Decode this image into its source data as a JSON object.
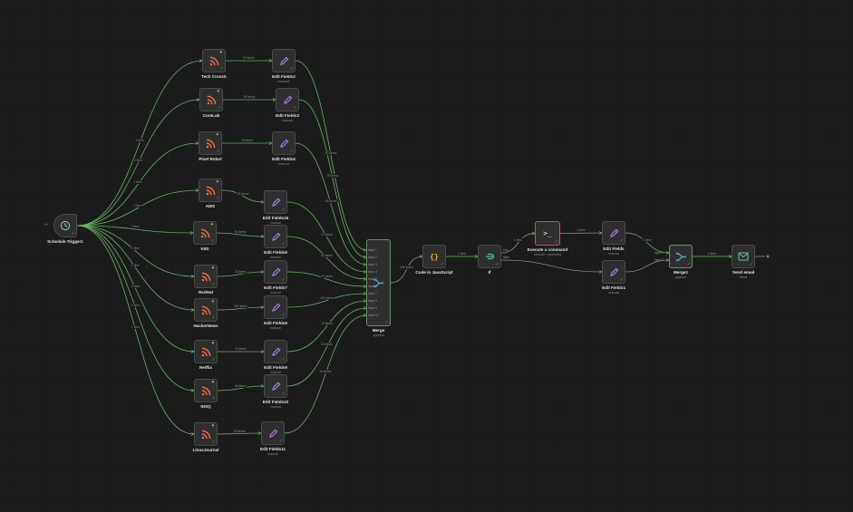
{
  "nodes": [
    {
      "id": "trigger",
      "type": "schedule",
      "label": "Schedule Trigger1",
      "sub": ""
    },
    {
      "id": "rss1",
      "type": "rss",
      "label": "Tech Crunch",
      "sub": ""
    },
    {
      "id": "rss2",
      "type": "rss",
      "label": "CoreLab",
      "sub": ""
    },
    {
      "id": "rss3",
      "type": "rss",
      "label": "Pixel Robot",
      "sub": ""
    },
    {
      "id": "rss4",
      "type": "rss",
      "label": "AWS",
      "sub": ""
    },
    {
      "id": "rss5",
      "type": "rss",
      "label": "K8S",
      "sub": ""
    },
    {
      "id": "rss6",
      "type": "rss",
      "label": "RedHat",
      "sub": ""
    },
    {
      "id": "rss7",
      "type": "rss",
      "label": "HackerNews",
      "sub": ""
    },
    {
      "id": "rss8",
      "type": "rss",
      "label": "Netflix",
      "sub": ""
    },
    {
      "id": "rss9",
      "type": "rss",
      "label": "INSQ",
      "sub": ""
    },
    {
      "id": "rss10",
      "type": "rss",
      "label": "LinuxJournal",
      "sub": ""
    },
    {
      "id": "ef2",
      "type": "edit",
      "label": "Edit Fields2",
      "sub": "manual"
    },
    {
      "id": "ef3",
      "type": "edit",
      "label": "Edit Fields3",
      "sub": "manual"
    },
    {
      "id": "ef5",
      "type": "edit",
      "label": "Edit Fields5",
      "sub": "manual"
    },
    {
      "id": "ef15",
      "type": "edit",
      "label": "Edit Fields15",
      "sub": "manual"
    },
    {
      "id": "ef6",
      "type": "edit",
      "label": "Edit Fields6",
      "sub": "manual"
    },
    {
      "id": "ef7",
      "type": "edit",
      "label": "Edit Fields7",
      "sub": "manual"
    },
    {
      "id": "ef8",
      "type": "edit",
      "label": "Edit Fields8",
      "sub": "manual"
    },
    {
      "id": "ef9",
      "type": "edit",
      "label": "Edit Fields9",
      "sub": "manual"
    },
    {
      "id": "ef10",
      "type": "edit",
      "label": "Edit Fields10",
      "sub": "manual"
    },
    {
      "id": "ef11",
      "type": "edit",
      "label": "Edit Fields11",
      "sub": "manual"
    },
    {
      "id": "merge",
      "type": "merge",
      "label": "Merge",
      "sub": "append"
    },
    {
      "id": "code",
      "type": "code",
      "label": "Code in JavaScript",
      "sub": ""
    },
    {
      "id": "if",
      "type": "if",
      "label": "If",
      "sub": ""
    },
    {
      "id": "exec",
      "type": "terminal",
      "label": "Execute a command",
      "sub": "execute: command"
    },
    {
      "id": "efA",
      "type": "edit",
      "label": "Edit Fields",
      "sub": "manual"
    },
    {
      "id": "efB",
      "type": "edit",
      "label": "Edit Fields1",
      "sub": "manual"
    },
    {
      "id": "merge1",
      "type": "merge",
      "label": "Merge1",
      "sub": "append"
    },
    {
      "id": "email",
      "type": "email",
      "label": "Send email",
      "sub": "Send"
    }
  ],
  "edges": [
    {
      "from": "trigger",
      "to": "rss1",
      "label": "1 item"
    },
    {
      "from": "trigger",
      "to": "rss2",
      "label": "1 item"
    },
    {
      "from": "trigger",
      "to": "rss3",
      "label": "1 item"
    },
    {
      "from": "trigger",
      "to": "rss4",
      "label": "1 item"
    },
    {
      "from": "trigger",
      "to": "rss5",
      "label": "1 item"
    },
    {
      "from": "trigger",
      "to": "rss6",
      "label": "1 item"
    },
    {
      "from": "trigger",
      "to": "rss7",
      "label": "1 item"
    },
    {
      "from": "trigger",
      "to": "rss8",
      "label": "1 item"
    },
    {
      "from": "trigger",
      "to": "rss9",
      "label": "1 item"
    },
    {
      "from": "trigger",
      "to": "rss10",
      "label": "1 item"
    },
    {
      "from": "rss1",
      "to": "ef2",
      "label": "20 items"
    },
    {
      "from": "rss2",
      "to": "ef3",
      "label": "20 items"
    },
    {
      "from": "rss3",
      "to": "ef5",
      "label": "30 items"
    },
    {
      "from": "rss4",
      "to": "ef15",
      "label": "20 items"
    },
    {
      "from": "rss5",
      "to": "ef6",
      "label": "50 items"
    },
    {
      "from": "rss6",
      "to": "ef7",
      "label": "20 items"
    },
    {
      "from": "rss7",
      "to": "ef8",
      "label": "200 items"
    },
    {
      "from": "rss8",
      "to": "ef9",
      "label": "10 items"
    },
    {
      "from": "rss9",
      "to": "ef10",
      "label": "25 items"
    },
    {
      "from": "rss10",
      "to": "ef11",
      "label": "15 items"
    },
    {
      "from": "ef2",
      "to": "merge",
      "port": 0,
      "label": "20 items"
    },
    {
      "from": "ef3",
      "to": "merge",
      "port": 1,
      "label": "20 items"
    },
    {
      "from": "ef5",
      "to": "merge",
      "port": 2,
      "label": "30 items"
    },
    {
      "from": "ef15",
      "to": "merge",
      "port": 3,
      "label": "20 items"
    },
    {
      "from": "ef6",
      "to": "merge",
      "port": 4,
      "label": "50 items"
    },
    {
      "from": "ef7",
      "to": "merge",
      "port": 5,
      "label": "20 items"
    },
    {
      "from": "ef8",
      "to": "merge",
      "port": 6,
      "label": "200 items"
    },
    {
      "from": "ef9",
      "to": "merge",
      "port": 7,
      "label": "10 items"
    },
    {
      "from": "ef10",
      "to": "merge",
      "port": 8,
      "label": "25 items"
    },
    {
      "from": "ef11",
      "to": "merge",
      "port": 9,
      "label": "15 items"
    },
    {
      "from": "merge",
      "to": "code",
      "label": "335 items"
    },
    {
      "from": "code",
      "to": "if",
      "label": "1 item"
    },
    {
      "from": "if",
      "to": "exec",
      "out": 0,
      "label": "1 item"
    },
    {
      "from": "if",
      "to": "efB",
      "out": 1,
      "label": ""
    },
    {
      "from": "exec",
      "to": "efA",
      "label": "1 item"
    },
    {
      "from": "efA",
      "to": "merge1",
      "port": 0,
      "label": "1 item"
    },
    {
      "from": "efB",
      "to": "merge1",
      "port": 1,
      "label": ""
    },
    {
      "from": "merge1",
      "to": "email",
      "label": "1 item"
    }
  ],
  "merge_inputs": [
    "Input 1",
    "Input 2",
    "Input 3",
    "Input 4",
    "Input 5",
    "Input 6",
    "Input 7",
    "Input 8",
    "Input 9",
    "Input 10"
  ],
  "merge1_inputs": [
    "Input 1",
    "Input 2"
  ],
  "if_outputs": [
    "true",
    "false"
  ],
  "colors": {
    "edge": "#6bb36b",
    "rss": "#e8694a",
    "edit": "#a97de3",
    "trigger": "#7dc7a8",
    "code": "#e8b04a",
    "if": "#4fb9a9",
    "merge": "#5fa8d3",
    "email": "#62c28d",
    "error": "#c85a4a"
  }
}
